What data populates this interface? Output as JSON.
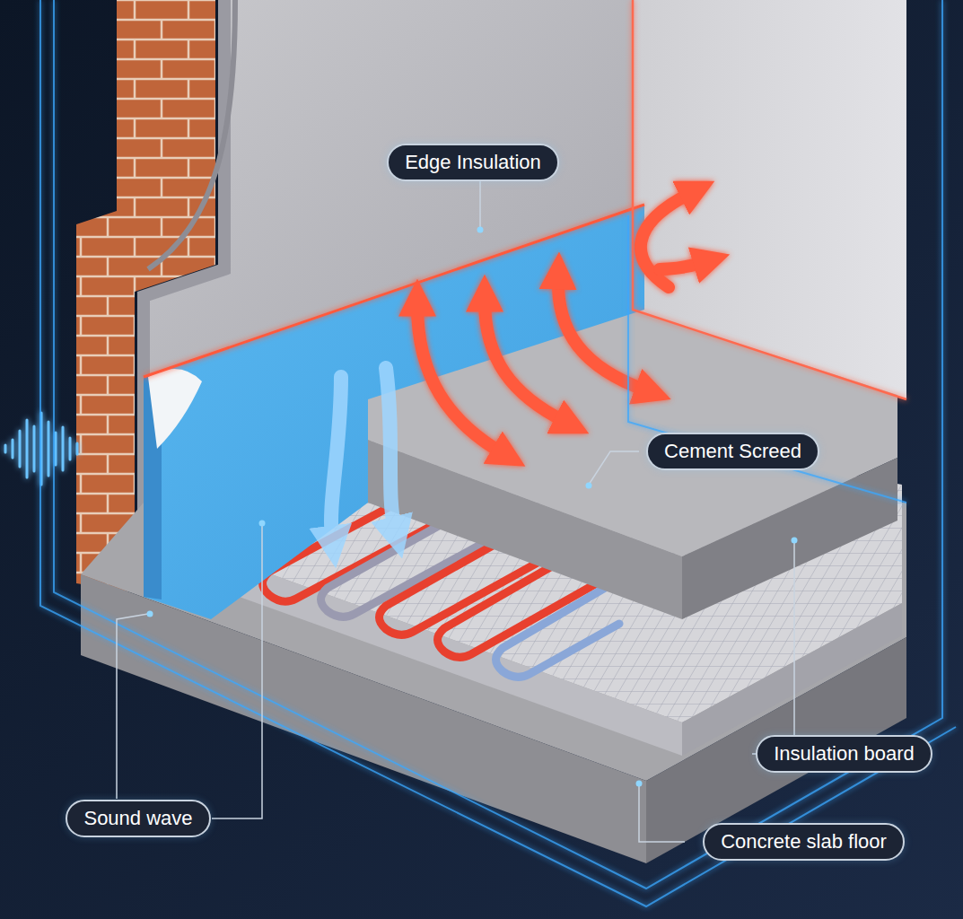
{
  "diagram": {
    "nodes": [
      {
        "text": [
          "Edge Insulation"
        ]
      },
      {
        "text": [
          "Cement Screed"
        ]
      },
      {
        "text": [
          "Insulation board"
        ]
      },
      {
        "text": [
          "Sound wave"
        ]
      },
      {
        "text": [
          "Concrete slab floor"
        ]
      }
    ]
  }
}
